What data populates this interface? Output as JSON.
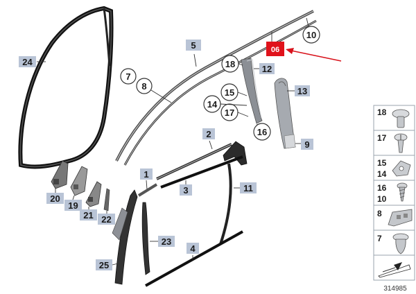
{
  "highlight": {
    "label": "06",
    "color": "#e0121b"
  },
  "callouts": {
    "c1": "1",
    "c2": "2",
    "c3": "3",
    "c4": "4",
    "c5": "5",
    "c7": "7",
    "c8": "8",
    "c9": "9",
    "c10": "10",
    "c11": "11",
    "c12": "12",
    "c13": "13",
    "c14": "14",
    "c15": "15",
    "c16": "16",
    "c17": "17",
    "c18": "18",
    "c19": "19",
    "c20": "20",
    "c21": "21",
    "c22": "22",
    "c23": "23",
    "c24": "24",
    "c25": "25"
  },
  "parts_list": {
    "r1": "18",
    "r2": "17",
    "r3a": "15",
    "r3b": "14",
    "r4a": "16",
    "r4b": "10",
    "r5": "8",
    "r6": "7"
  },
  "diagram_code": "314985",
  "colors": {
    "label_box": "#b9c4d6",
    "arrow": "#d8121b"
  }
}
